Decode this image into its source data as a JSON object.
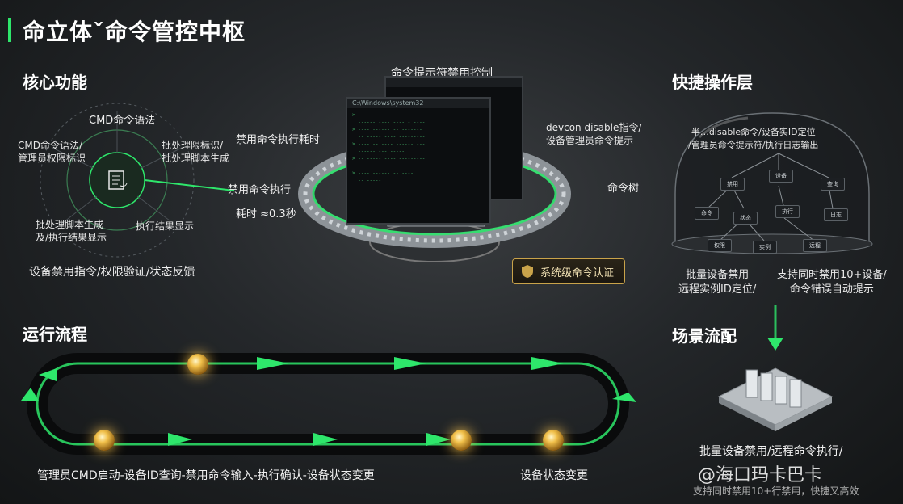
{
  "header": {
    "title": "命立体ˇ命令管控中枢"
  },
  "core": {
    "heading": "核心功能",
    "items": {
      "top": "CMD命令语法",
      "left": "CMD命令语法/\n管理员权限标识",
      "right": "批处理限标识/\n批处理脚本生成",
      "bottom_left": "批处理脚本生成\n及/执行结果显示",
      "bottom_right": "执行结果显示"
    },
    "footer": "设备禁用指令/权限验证/状态反馈"
  },
  "center": {
    "top_label": "命令提示符禁用控制",
    "left_label1": "禁用命令执行耗时",
    "left_label2": "禁用命令执行",
    "left_label3": "耗时 ≈0.3秒",
    "right_label1": "devcon disable指令/\n设备管理员命令提示",
    "right_label2": "命令树",
    "window_title": "C:\\Windows\\system32",
    "badge": "系统级命令认证"
  },
  "quick": {
    "heading": "快捷操作层",
    "dome_caption": "半…disable命令/设备实ID定位\n/管理员命令提示符/执行日志输出",
    "left_caption": "批量设备禁用\n远程实例ID定位/",
    "right_caption": "支持同时禁用10+设备/\n命令错误自动提示",
    "nodes": [
      "设备",
      "禁用",
      "查询",
      "命令",
      "状态",
      "执行",
      "日志",
      "权限",
      "实例",
      "远程"
    ]
  },
  "flow": {
    "heading": "运行流程",
    "steps_label": "管理员CMD启动-设备ID查询-禁用命令输入-执行确认-设备状态变更",
    "end_label": "设备状态变更"
  },
  "scene": {
    "heading": "场景流配",
    "caption1": "批量设备禁用/远程命令执行/",
    "caption2": "支持同时禁用10+行禁用，快捷又高效"
  },
  "watermark": {
    "text": "@海口玛卡巴卡"
  },
  "colors": {
    "accent": "#2ee66b",
    "gold": "#f1c04a"
  }
}
